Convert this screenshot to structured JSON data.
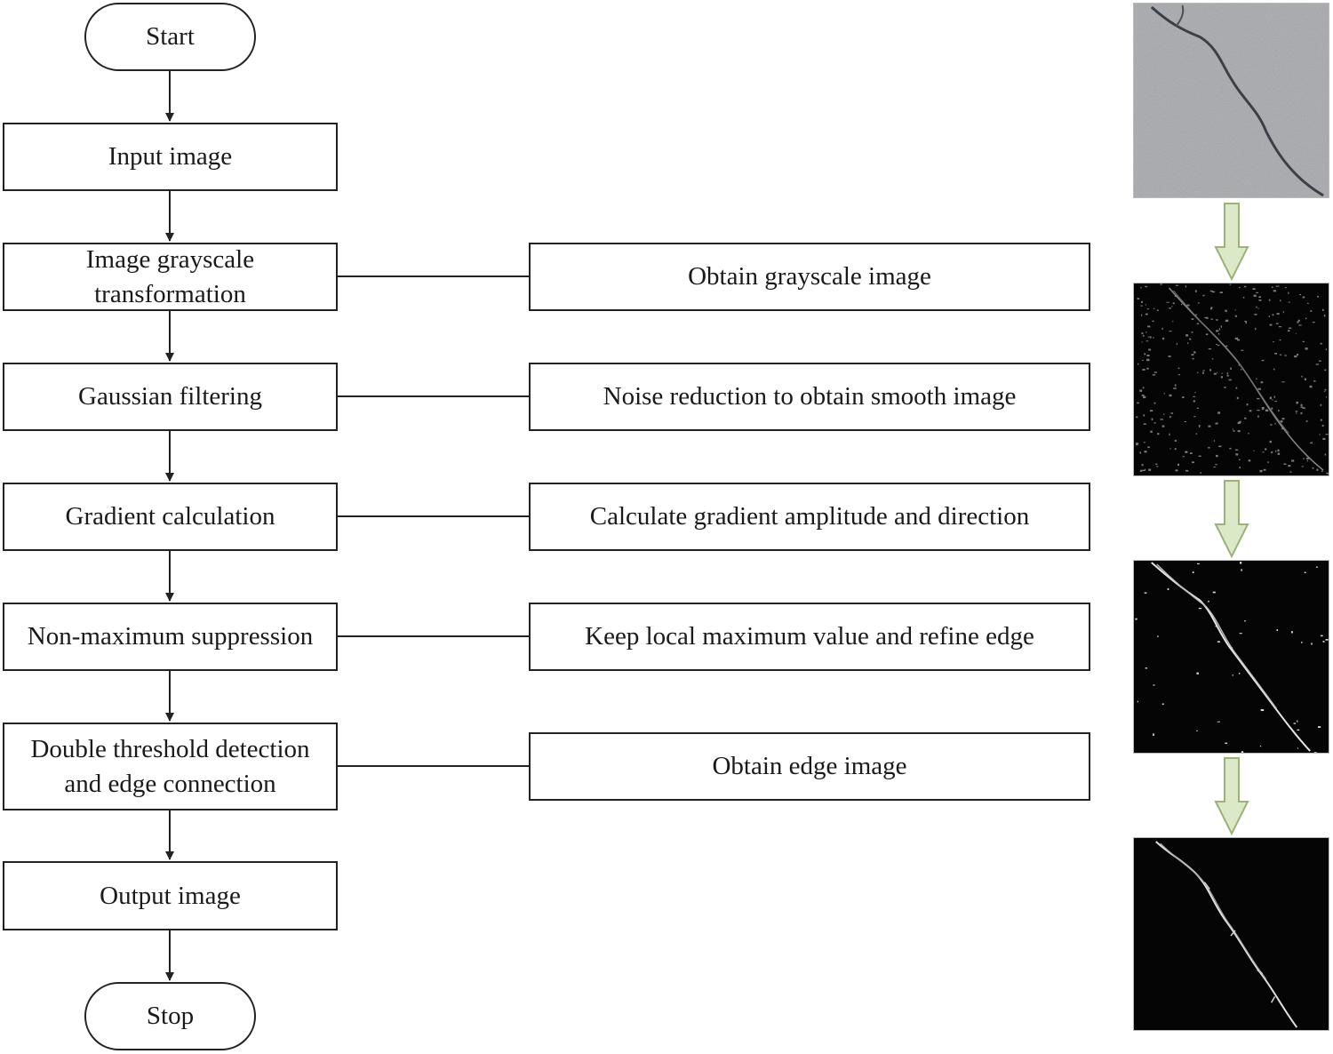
{
  "flowchart": {
    "start": "Start",
    "input": "Input image",
    "grayscale": "Image grayscale\ntransformation",
    "gaussian": "Gaussian filtering",
    "gradient": "Gradient calculation",
    "nms": "Non-maximum suppression",
    "threshold": "Double threshold detection\nand edge connection",
    "output": "Output image",
    "stop": "Stop"
  },
  "descriptions": {
    "grayscale": "Obtain grayscale image",
    "gaussian": "Noise reduction to obtain smooth image",
    "gradient": "Calculate gradient amplitude and direction",
    "nms": "Keep local maximum value and refine edge",
    "threshold": "Obtain edge image"
  },
  "colors": {
    "line": "#222222",
    "arrow_fill": "#dce9c8",
    "arrow_stroke": "#9bb27a",
    "photo_bg": "#a7a9ad",
    "edge_bg": "#050505"
  },
  "images": [
    {
      "name": "original-crack-photo"
    },
    {
      "name": "noisy-edge-map"
    },
    {
      "name": "gradient-edge-map"
    },
    {
      "name": "final-edge-map"
    }
  ]
}
